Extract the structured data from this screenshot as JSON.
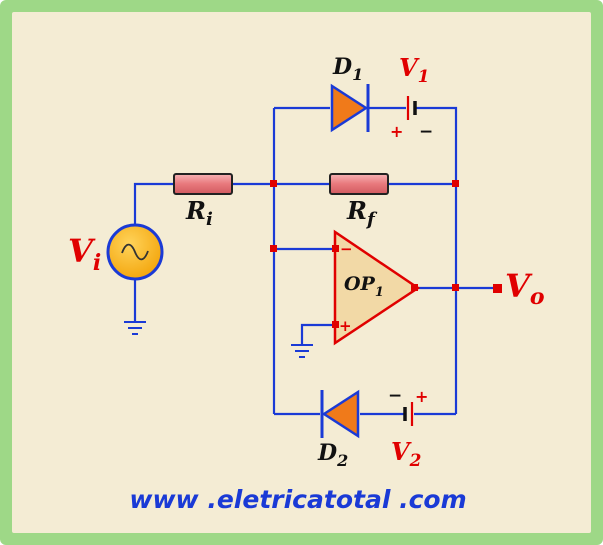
{
  "labels": {
    "vi_main": "V",
    "vi_sub": "i",
    "ri_main": "R",
    "ri_sub": "i",
    "rf_main": "R",
    "rf_sub": "f",
    "d1_main": "D",
    "d1_sub": "1",
    "d2_main": "D",
    "d2_sub": "2",
    "v1_main": "V",
    "v1_sub": "1",
    "v2_main": "V",
    "v2_sub": "2",
    "op_main": "OP",
    "op_sub": "1",
    "vo_main": "V",
    "vo_sub": "o",
    "plus": "+",
    "minus": "−"
  },
  "footer": {
    "url": "www .eletricatotal .com"
  },
  "colors": {
    "wire": "#1a3ad6",
    "node": "#e00000",
    "label_red": "#e00000",
    "label_black": "#111111",
    "resistor_fill": "#e8787c",
    "opamp_fill": "#f2d9a6",
    "opamp_stroke": "#e00000",
    "diode_fill": "#f07a1a",
    "source_fill": "#fdb515",
    "url_blue": "#1a3ad6"
  }
}
